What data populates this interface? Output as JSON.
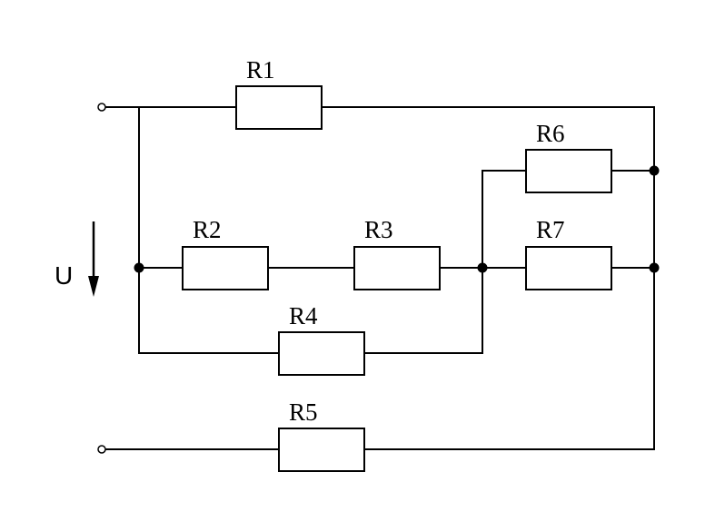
{
  "voltage": {
    "label": "U"
  },
  "resistors": [
    {
      "id": "r1",
      "label": "R1"
    },
    {
      "id": "r2",
      "label": "R2"
    },
    {
      "id": "r3",
      "label": "R3"
    },
    {
      "id": "r4",
      "label": "R4"
    },
    {
      "id": "r5",
      "label": "R5"
    },
    {
      "id": "r6",
      "label": "R6"
    },
    {
      "id": "r7",
      "label": "R7"
    }
  ],
  "colors": {
    "line": "#000000",
    "background": "#ffffff"
  }
}
